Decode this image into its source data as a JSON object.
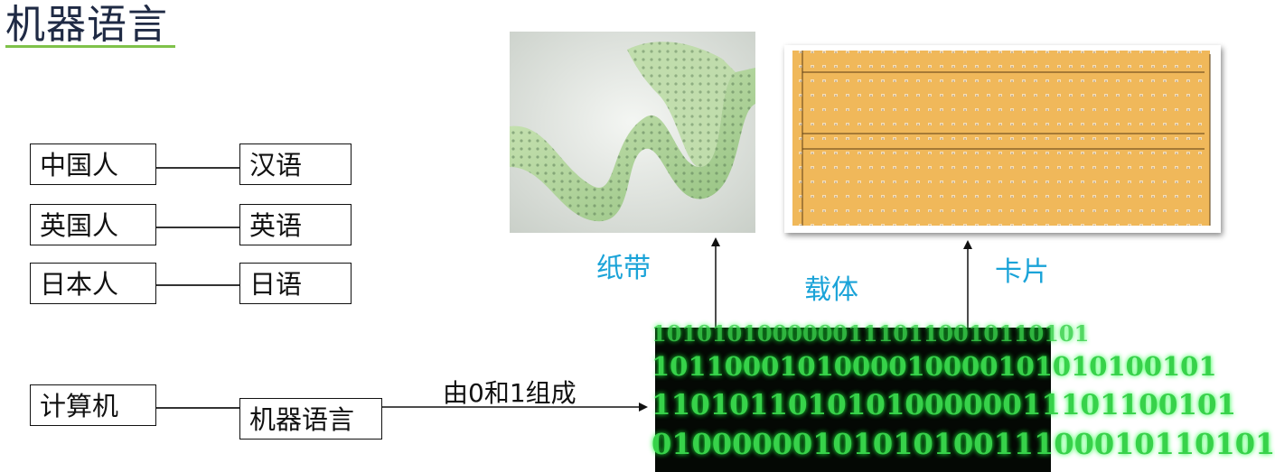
{
  "title": "机器语言",
  "analogy": [
    {
      "speaker": "中国人",
      "language": "汉语"
    },
    {
      "speaker": "英国人",
      "language": "英语"
    },
    {
      "speaker": "日本人",
      "language": "日语"
    }
  ],
  "computer": {
    "speaker": "计算机",
    "language": "机器语言"
  },
  "arrow_label": "由0和1组成",
  "captions": {
    "tape": "纸带",
    "card": "卡片",
    "carrier": "载体"
  },
  "binary_rows": [
    "10101010000001110110010110101",
    "1011000101000010000101010100101",
    "110101101010100000011101100101",
    "0100000010101010011100010110101"
  ],
  "colors": {
    "caption": "#1aa3d8",
    "binary_glow": "#37d24a",
    "title_underline": "#7fc24a"
  }
}
